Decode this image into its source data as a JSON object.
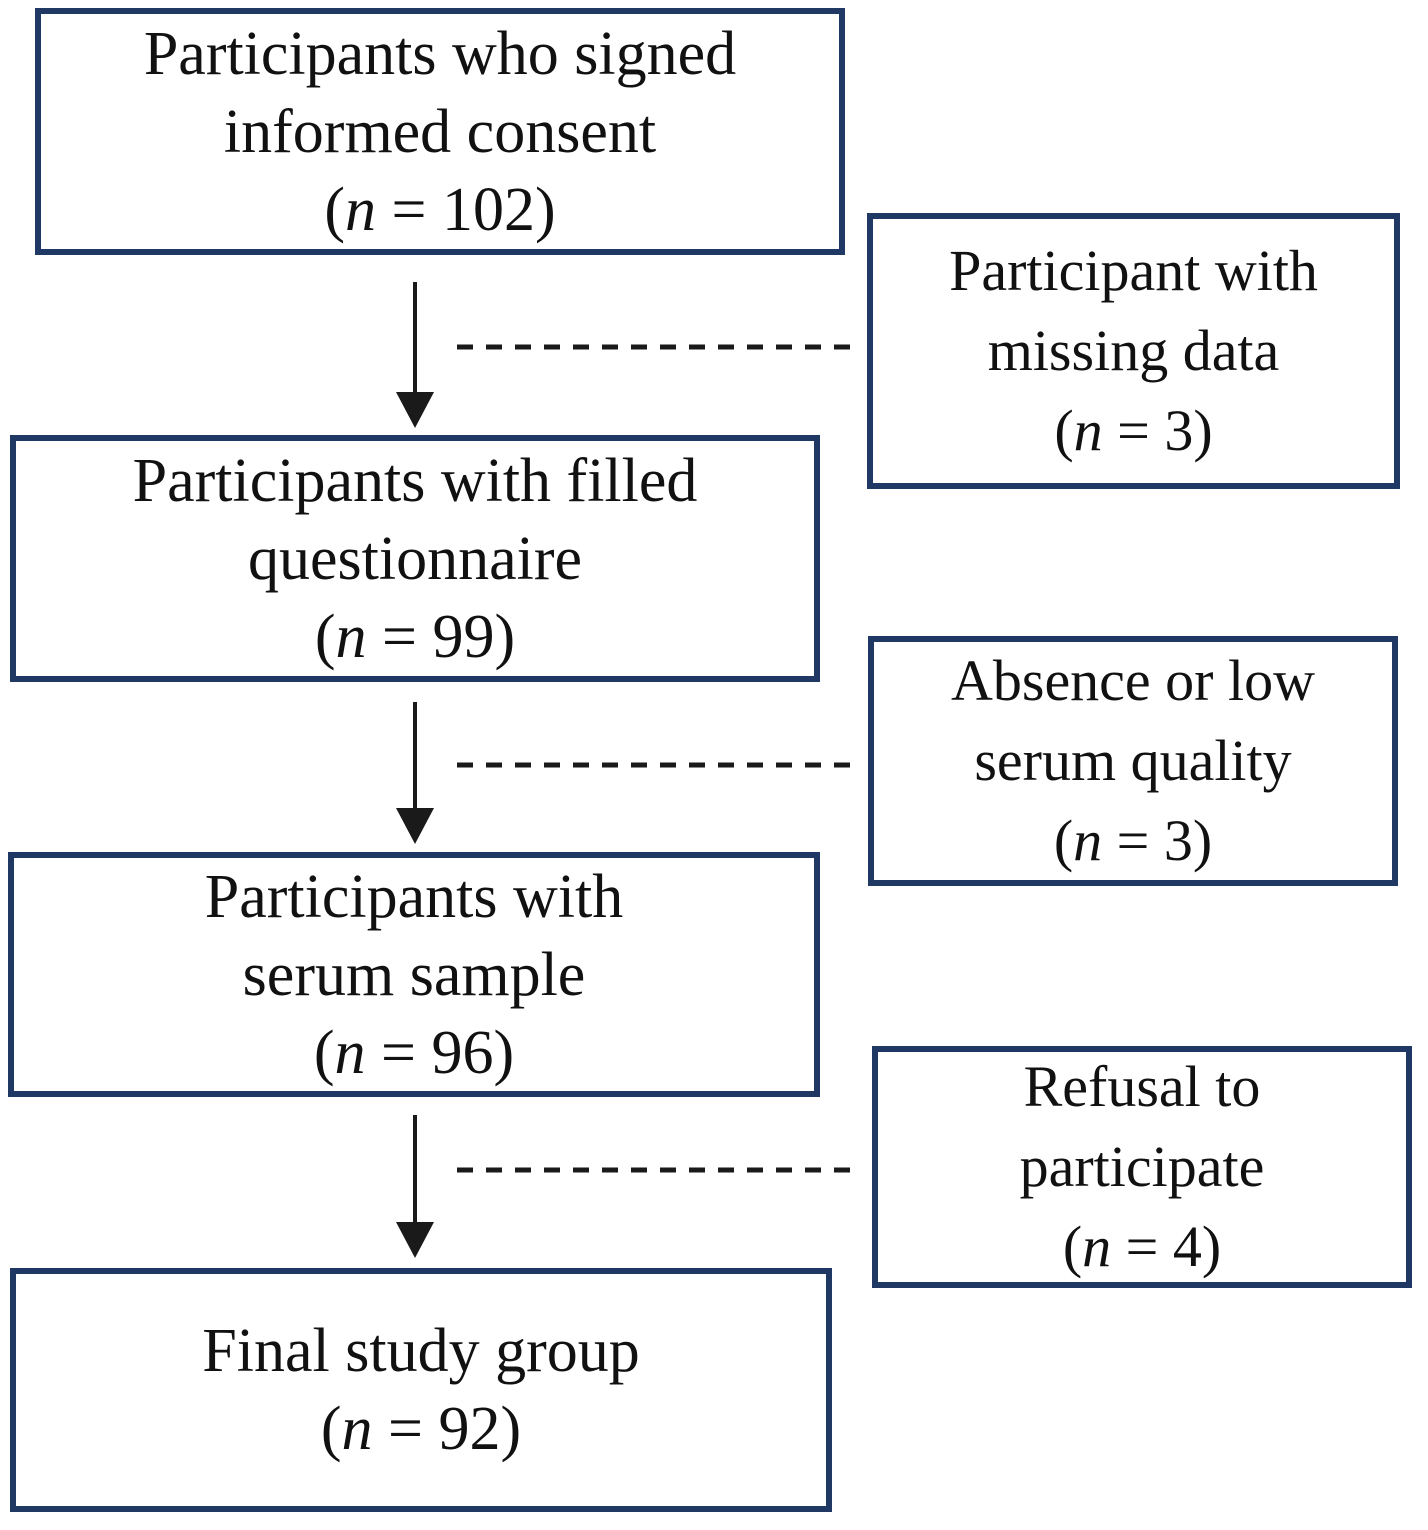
{
  "diagram": {
    "colors": {
      "box_border": "#1f3864",
      "text": "#111111",
      "connector": "#1a1a1a"
    },
    "main_boxes": [
      {
        "lines": [
          "Participants who signed",
          "informed consent"
        ],
        "count": {
          "open": "(",
          "var": "n",
          "rest": " = 102)"
        }
      },
      {
        "lines": [
          "Participants with filled",
          "questionnaire"
        ],
        "count": {
          "open": "(",
          "var": "n",
          "rest": " = 99)"
        }
      },
      {
        "lines": [
          "Participants with",
          "serum sample"
        ],
        "count": {
          "open": "(",
          "var": "n",
          "rest": " = 96)"
        }
      },
      {
        "lines": [
          "Final study group"
        ],
        "count": {
          "open": "(",
          "var": "n",
          "rest": " = 92)"
        }
      }
    ],
    "side_boxes": [
      {
        "lines": [
          "Participant with",
          "missing data"
        ],
        "count": {
          "open": "(",
          "var": "n",
          "rest": " = 3)"
        }
      },
      {
        "lines": [
          "Absence or low",
          "serum quality"
        ],
        "count": {
          "open": "(",
          "var": "n",
          "rest": " = 3)"
        }
      },
      {
        "lines": [
          "Refusal to",
          "participate"
        ],
        "count": {
          "open": "(",
          "var": "n",
          "rest": " = 4)"
        }
      }
    ]
  }
}
